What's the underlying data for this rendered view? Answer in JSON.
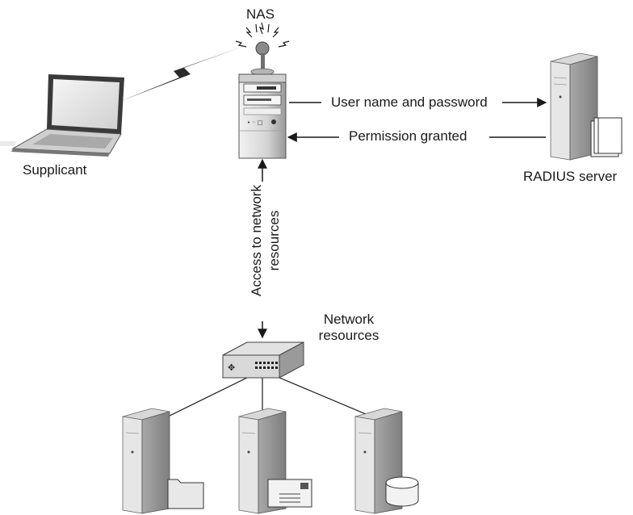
{
  "labels": {
    "nas": "NAS",
    "supplicant": "Supplicant",
    "radius_server": "RADIUS server",
    "user_name_password": "User name and password",
    "permission_granted": "Permission granted",
    "access_line1": "Access to network",
    "access_line2": "resources",
    "network_resources_line1": "Network",
    "network_resources_line2": "resources"
  },
  "icons": {
    "supplicant": "laptop-icon",
    "nas": "nas-tower-antenna-icon",
    "radius": "radius-server-icon",
    "switch": "network-switch-icon",
    "server_file": "file-server-icon",
    "server_mail": "mail-server-icon",
    "server_db": "database-server-icon"
  },
  "colors": {
    "line": "#1a1a1a",
    "device_light": "#e4e4e4",
    "device_mid": "#b8b8b8",
    "device_dark": "#8a8a8a"
  }
}
